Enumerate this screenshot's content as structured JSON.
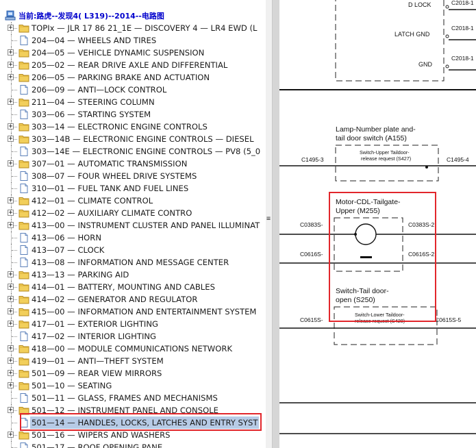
{
  "tree": {
    "root_title": "当前:路虎--发现4( L319)--2014--电路图",
    "items": [
      {
        "label": "TOPIx — JLR 17 86 21_1E — DISCOVERY 4 — LR4 EWD (L",
        "type": "folder",
        "expandable": true
      },
      {
        "label": "204—04 — WHEELS AND TIRES",
        "type": "doc",
        "expandable": false
      },
      {
        "label": "204—05 — VEHICLE DYNAMIC SUSPENSION",
        "type": "folder",
        "expandable": true
      },
      {
        "label": "205—02 — REAR DRIVE AXLE AND DIFFERENTIAL",
        "type": "folder",
        "expandable": true
      },
      {
        "label": "206—05 — PARKING BRAKE AND ACTUATION",
        "type": "folder",
        "expandable": true
      },
      {
        "label": "206—09 — ANTI—LOCK CONTROL",
        "type": "doc",
        "expandable": false
      },
      {
        "label": "211—04 — STEERING COLUMN",
        "type": "folder",
        "expandable": true
      },
      {
        "label": "303—06 — STARTING SYSTEM",
        "type": "doc",
        "expandable": false
      },
      {
        "label": "303—14 — ELECTRONIC ENGINE CONTROLS",
        "type": "folder",
        "expandable": true
      },
      {
        "label": "303—14B — ELECTRONIC ENGINE CONTROLS — DIESEL",
        "type": "folder",
        "expandable": true
      },
      {
        "label": "303—14E — ELECTRONIC ENGINE CONTROLS — PV8 (5_0",
        "type": "doc",
        "expandable": false
      },
      {
        "label": "307—01 — AUTOMATIC TRANSMISSION",
        "type": "folder",
        "expandable": true
      },
      {
        "label": "308—07 — FOUR WHEEL DRIVE SYSTEMS",
        "type": "doc",
        "expandable": false
      },
      {
        "label": "310—01 — FUEL TANK AND FUEL LINES",
        "type": "doc",
        "expandable": false
      },
      {
        "label": "412—01 — CLIMATE CONTROL",
        "type": "folder",
        "expandable": true
      },
      {
        "label": "412—02 — AUXILIARY CLIMATE CONTRO",
        "type": "folder",
        "expandable": true
      },
      {
        "label": "413—00 — INSTRUMENT CLUSTER AND PANEL ILLUMINAT",
        "type": "folder",
        "expandable": true
      },
      {
        "label": "413—06 — HORN",
        "type": "doc",
        "expandable": false
      },
      {
        "label": "413—07 — CLOCK",
        "type": "doc",
        "expandable": false
      },
      {
        "label": "413—08 — INFORMATION AND MESSAGE CENTER",
        "type": "doc",
        "expandable": false
      },
      {
        "label": "413—13 — PARKING AID",
        "type": "folder",
        "expandable": true
      },
      {
        "label": "414—01 — BATTERY, MOUNTING AND CABLES",
        "type": "folder",
        "expandable": true
      },
      {
        "label": "414—02 — GENERATOR AND REGULATOR",
        "type": "folder",
        "expandable": true
      },
      {
        "label": "415—00 — INFORMATION AND ENTERTAINMENT SYSTEM",
        "type": "folder",
        "expandable": true
      },
      {
        "label": "417—01 — EXTERIOR LIGHTING",
        "type": "folder",
        "expandable": true
      },
      {
        "label": "417—02 — INTERIOR LIGHTING",
        "type": "doc",
        "expandable": false
      },
      {
        "label": "418—00 — MODULE COMMUNICATIONS NETWORK",
        "type": "folder",
        "expandable": true
      },
      {
        "label": "419—01 — ANTI—THEFT SYSTEM",
        "type": "folder",
        "expandable": true
      },
      {
        "label": "501—09 — REAR VIEW MIRRORS",
        "type": "folder",
        "expandable": true
      },
      {
        "label": "501—10 — SEATING",
        "type": "folder",
        "expandable": true
      },
      {
        "label": "501—11 — GLASS, FRAMES AND MECHANISMS",
        "type": "doc",
        "expandable": false
      },
      {
        "label": "501—12 — INSTRUMENT PANEL AND CONSOLE",
        "type": "folder",
        "expandable": true
      },
      {
        "label": "501—14 — HANDLES, LOCKS, LATCHES AND ENTRY SYST",
        "type": "doc",
        "expandable": false,
        "selected": true
      },
      {
        "label": "501—16 — WIPERS AND WASHERS",
        "type": "folder",
        "expandable": true
      },
      {
        "label": "501—17 — ROOF OPENING PANE",
        "type": "doc",
        "expandable": false
      }
    ]
  },
  "diagram": {
    "labels": {
      "d_lock": "D LOCK",
      "latch_gnd": "LATCH GND",
      "gnd": "GND",
      "c2018_a": "C2018-1",
      "c2018_b": "C2018-1",
      "c2018_c": "C2018-1",
      "lamp_title_1": "Lamp-Number plate and-",
      "lamp_title_2": "tail door switch (A155)",
      "upper_switch_1": "Switch-Upper Taildoor-",
      "upper_switch_2": "release request (S427)",
      "c1495_left": "C1495-3",
      "c1495_right": "C1495-4",
      "motor_title_1": "Motor-CDL-Tailgate-",
      "motor_title_2": "Upper (M255)",
      "c0383_left": "C0383S-",
      "c0383_right": "C0383S-2",
      "c0616_left": "C0616S-",
      "c0616_right": "C0616S-2",
      "switch_tail_1": "Switch-Tail door-",
      "switch_tail_2": "open (S250)",
      "lower_switch_1": "Switch-Lower Taildoor-",
      "lower_switch_2": "release request (S428)",
      "c0615_left": "C0615S-",
      "c0615_right": "C0615S-5"
    }
  },
  "colors": {
    "highlight": "#e2262b",
    "selection": "#b7cbe6",
    "root_title": "#0000cc",
    "folder": "#f2cf5b"
  }
}
